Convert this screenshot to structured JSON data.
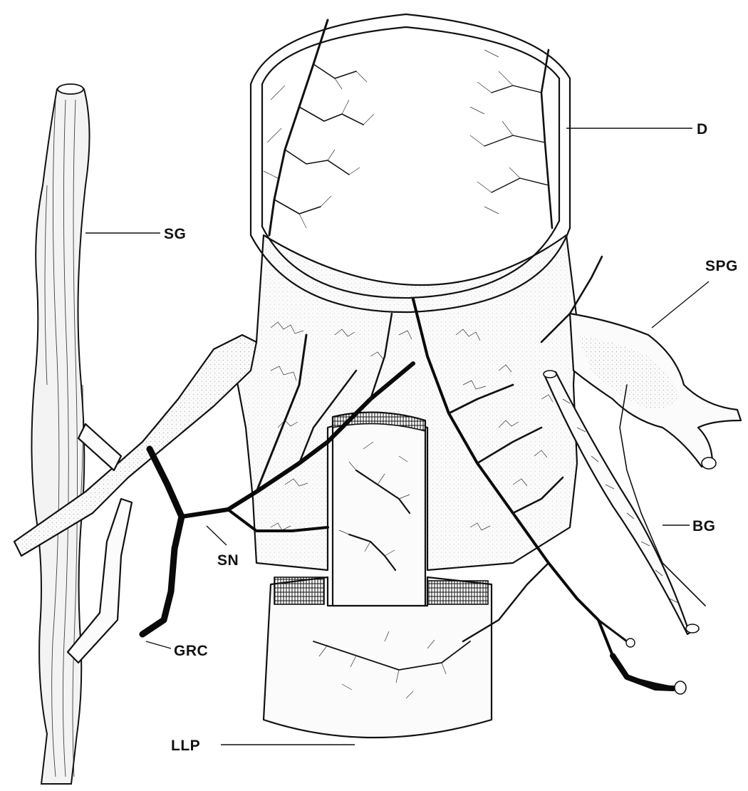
{
  "figure": {
    "labels": {
      "d": "D",
      "sg": "SG",
      "spg": "SPG",
      "bg": "BG",
      "sn": "SN",
      "grc": "GRC",
      "llp": "LLP"
    },
    "colors": {
      "ink": "#111111",
      "paper": "#ffffff"
    }
  }
}
